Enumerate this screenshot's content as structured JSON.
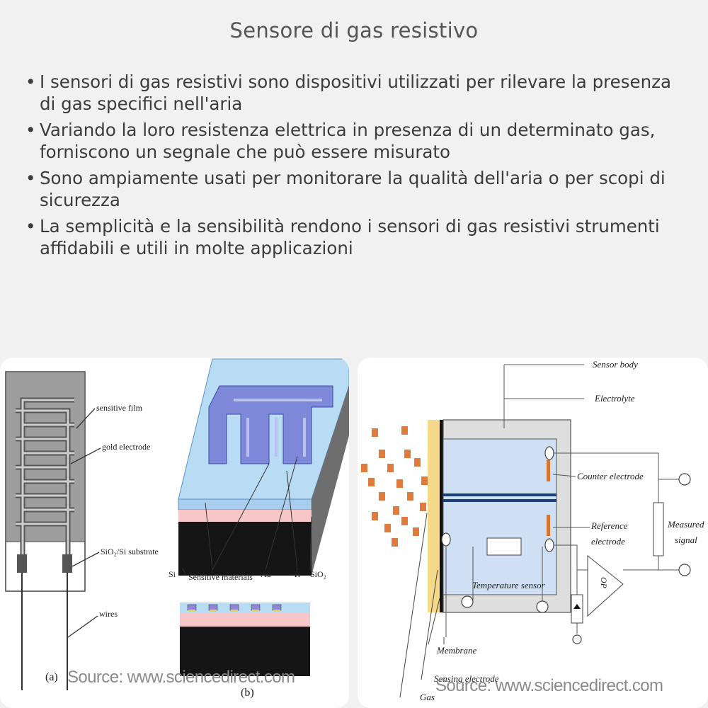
{
  "title": "Sensore di gas resistivo",
  "bullets": [
    "I sensori di gas resistivi sono dispositivi utilizzati per rilevare la presenza di gas specifici nell'aria",
    "Variando la loro resistenza elettrica in presenza di un determinato gas, forniscono un segnale che può essere misurato",
    "Sono ampiamente usati per monitorare la qualità dell'aria o per scopi di sicurezza",
    "La semplicità e la sensibilità rendono i sensori di gas resistivi strumenti affidabili e utili in molte applicazioni"
  ],
  "left_figure": {
    "labels": {
      "sensitive_film": "sensitive film",
      "gold_electrode": "gold electrode",
      "substrate": "SiO₂/Si substrate",
      "wires": "wires",
      "si": "Si",
      "sensitive_materials": "Sensitive materials",
      "au": "Au",
      "ti": "Ti",
      "sio2": "SiO₂",
      "panel_a": "(a)",
      "panel_b": "(b)"
    },
    "source": "Source: www.sciencedirect.com"
  },
  "right_figure": {
    "labels": {
      "sensor_body": "Sensor body",
      "electrolyte": "Electrolyte",
      "counter_electrode": "Counter electrode",
      "reference_electrode_1": "Reference",
      "reference_electrode_2": "electrode",
      "measured_signal_1": "Measured",
      "measured_signal_2": "signal",
      "temperature_sensor": "Temperature sensor",
      "op": "OP",
      "membrane": "Membrane",
      "sensing_electrode": "Sensing electrode",
      "gas": "Gas"
    },
    "source": "Source: www.sciencedirect.com"
  },
  "colors": {
    "gas_particle": "#e07b3c",
    "electrolyte": "#cfe0f5",
    "membrane": "#f5d98a",
    "chip_blue": "#9ec9ee",
    "chip_pink": "#f6c6c8"
  }
}
